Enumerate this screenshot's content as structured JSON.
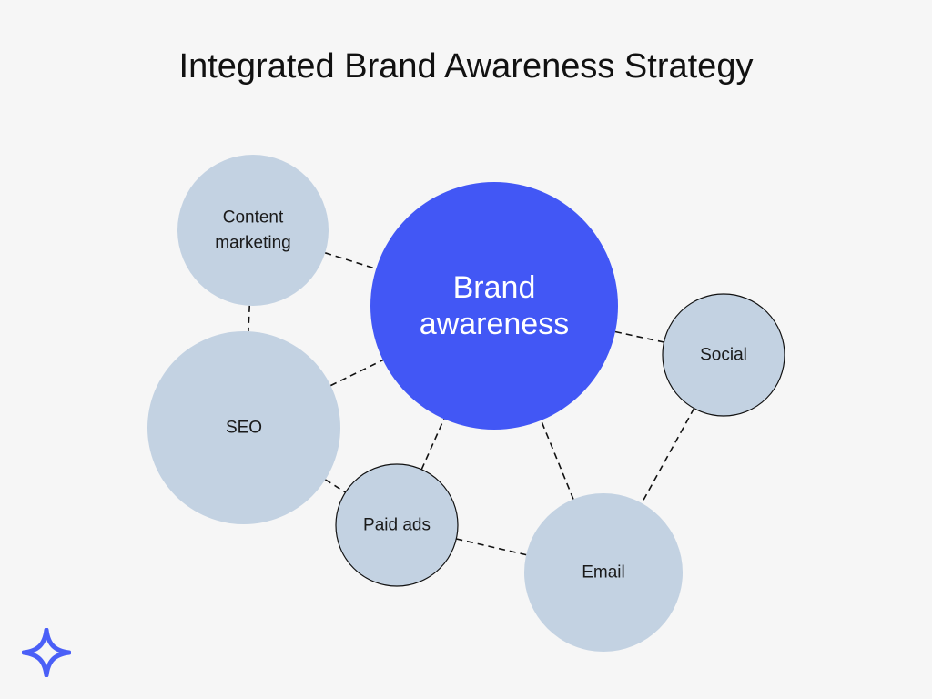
{
  "title": "Integrated Brand Awareness Strategy",
  "colors": {
    "background": "#f6f6f6",
    "main_node": "#4257f5",
    "node": "#c3d2e2",
    "connector": "#111111",
    "logo": "#4a5ff7"
  },
  "nodes": [
    {
      "id": "brand",
      "lines": [
        "Brand",
        "awareness"
      ],
      "main": true
    },
    {
      "id": "content",
      "lines": [
        "Content",
        "marketing"
      ]
    },
    {
      "id": "seo",
      "lines": [
        "SEO"
      ]
    },
    {
      "id": "paid",
      "lines": [
        "Paid ads"
      ]
    },
    {
      "id": "email",
      "lines": [
        "Email"
      ]
    },
    {
      "id": "social",
      "lines": [
        "Social"
      ]
    }
  ],
  "edges": [
    [
      "content",
      "brand"
    ],
    [
      "content",
      "seo"
    ],
    [
      "seo",
      "brand"
    ],
    [
      "seo",
      "paid"
    ],
    [
      "paid",
      "brand"
    ],
    [
      "paid",
      "email"
    ],
    [
      "email",
      "brand"
    ],
    [
      "brand",
      "social"
    ],
    [
      "social",
      "email"
    ]
  ],
  "logo_icon": "four-point-star-icon"
}
